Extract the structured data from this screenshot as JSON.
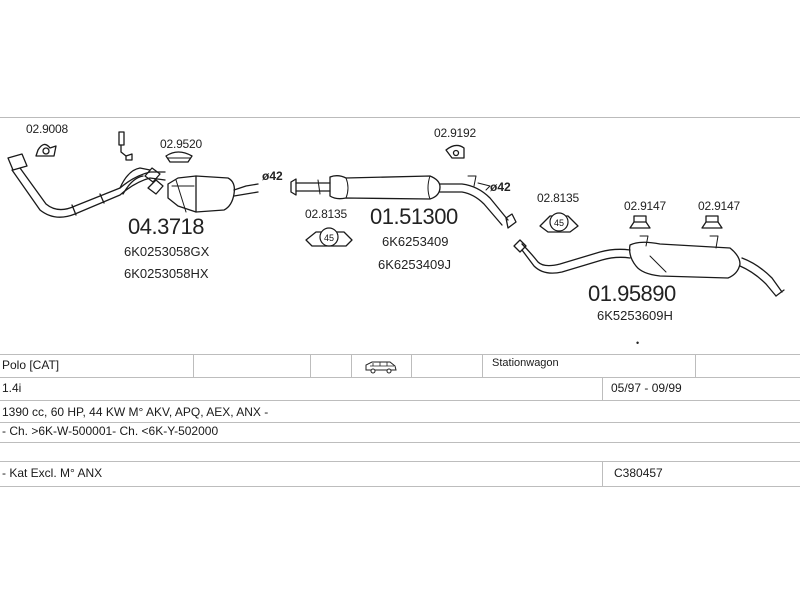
{
  "parts": {
    "clamp_a": "02.9008",
    "clamp_b": "02.9520",
    "front_pipe": {
      "number": "04.3718",
      "oe1": "6K0253058GX",
      "oe2": "6K0253058HX"
    },
    "diameter_1": "ø42",
    "diameter_2": "ø42",
    "ring_clamp_1": "02.8135",
    "ring_1_size": "45",
    "middle": {
      "number": "01.51300",
      "oe1": "6K6253409",
      "oe2": "6K6253409J"
    },
    "clamp_c": "02.9192",
    "ring_clamp_2": "02.8135",
    "ring_2_size": "45",
    "hanger_a": "02.9147",
    "hanger_b": "02.9147",
    "rear": {
      "number": "01.95890",
      "oe1": "6K5253609H"
    }
  },
  "spec": {
    "model": "Polo  [CAT]",
    "body_type": "Stationwagon",
    "engine": "1.4i",
    "years": "05/97 - 09/99",
    "engine_detail": "1390 cc, 60 HP, 44 KW M° AKV, APQ, AEX, ANX -",
    "chassis": "- Ch. >6K-W-500001- Ch. <6K-Y-502000",
    "note": "- Kat Excl. M° ANX",
    "code": "C380457"
  }
}
